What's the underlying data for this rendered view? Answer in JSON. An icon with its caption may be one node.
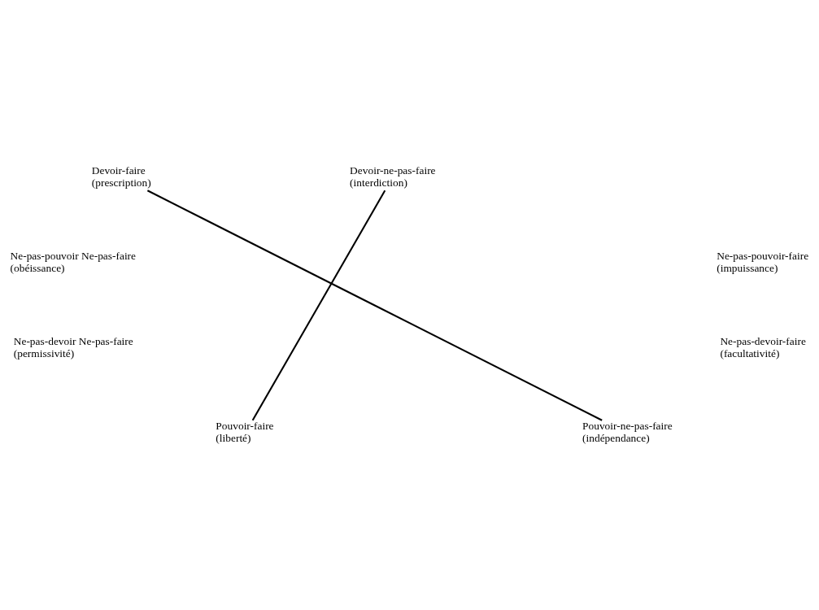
{
  "diagram": {
    "nodes": [
      {
        "text": [
          "Devoir-faire",
          "(prescription)"
        ]
      },
      {
        "text": [
          "Devoir-ne-pas-faire",
          "(interdiction)"
        ]
      },
      {
        "text": [
          "Pouvoir-faire",
          "(liberté)"
        ]
      },
      {
        "text": [
          "Pouvoir-ne-pas-faire",
          "(indépendance)"
        ]
      }
    ],
    "edges": [
      {
        "from": 0,
        "to": 3,
        "arrow": "none"
      },
      {
        "from": 1,
        "to": 2,
        "arrow": "none"
      }
    ],
    "labels": [
      "Ne-pas-pouvoir Ne-pas-faire",
      "(obéissance)",
      "Ne-pas-pouvoir-faire",
      "(impuissance)",
      "Ne-pas-devoir Ne-pas-faire",
      "(permissivité)",
      "Ne-pas-devoir-faire",
      "(facultativité)"
    ]
  }
}
